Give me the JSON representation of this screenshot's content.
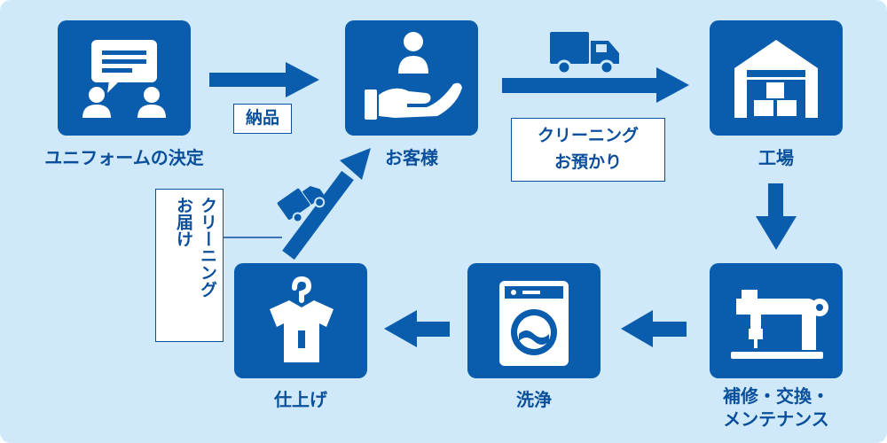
{
  "colors": {
    "node": "#0a5cad",
    "arrow": "#0a5cad",
    "label": "#0a4f9b",
    "background": "#cfe9fa"
  },
  "nodes": {
    "uniform": {
      "label": "ユニフォームの決定",
      "icon": "meeting-icon"
    },
    "customer": {
      "label": "お客様",
      "icon": "hand-person-icon"
    },
    "factory": {
      "label": "工場",
      "icon": "warehouse-icon"
    },
    "repair": {
      "label_line1": "補修・交換・",
      "label_line2": "メンテナンス",
      "icon": "sewing-machine-icon"
    },
    "wash": {
      "label": "洗浄",
      "icon": "washing-machine-icon"
    },
    "finish": {
      "label": "仕上げ",
      "icon": "shirt-hanger-icon"
    }
  },
  "tags": {
    "delivery": "納品",
    "pickup_line1": "クリーニング",
    "pickup_line2": "お預かり",
    "return_line1": "クリーニング",
    "return_line2": "お届け"
  }
}
